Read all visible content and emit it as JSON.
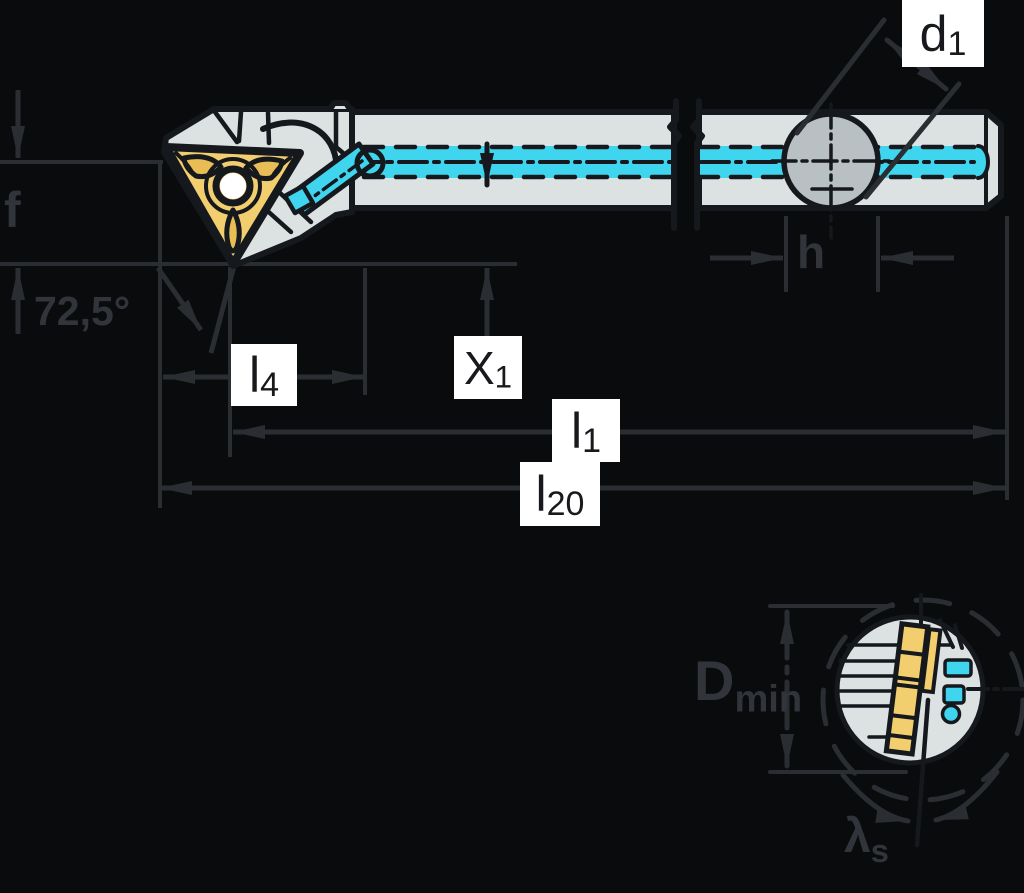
{
  "diagram_title": "Boring bar with triangular insert - dimensional drawing",
  "colors": {
    "bg": "#0a0b0c",
    "dim": "#2a2e33",
    "dim_text": "#31353b",
    "black": "#15181c",
    "body": "#dce1e2",
    "circle_gray": "#b9c0c3",
    "cyan": "#3fd5ee",
    "gold": "#f2ce6f",
    "gold_dark": "#e9bd55",
    "label_bg": "#ffffff",
    "label_text": "#17191c"
  },
  "labels": {
    "f": "f",
    "angle": "72,5°",
    "l4": {
      "main": "l",
      "sub": "4"
    },
    "x1": {
      "main": "X",
      "sub": "1"
    },
    "l1": {
      "main": "l",
      "sub": "1"
    },
    "l20": {
      "main": "l",
      "sub": "20"
    },
    "h": "h",
    "d1": {
      "main": "d",
      "sub": "1"
    },
    "dmin": {
      "main": "D",
      "sub": "min"
    },
    "lambda_s": {
      "main": "λ",
      "sub": "s"
    }
  }
}
